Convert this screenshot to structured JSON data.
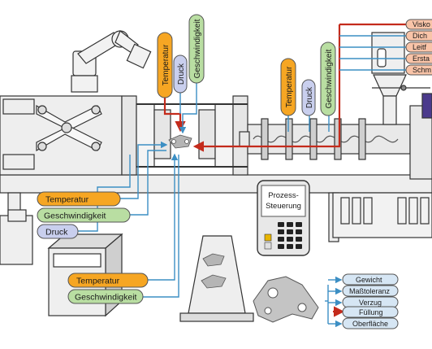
{
  "top_mould_labels": [
    "Temperatur",
    "Druck",
    "Geschwindigkeit"
  ],
  "top_barrel_labels": [
    "Temperatur",
    "Druck",
    "Geschwindigkeit"
  ],
  "right_material_labels": [
    "Visko",
    "Dich",
    "Leitf",
    "Ersta",
    "Schm"
  ],
  "left_labels": [
    "Temperatur",
    "Geschwindigkeit",
    "Druck"
  ],
  "unit_labels": [
    "Temperatur",
    "Geschwindigkeit"
  ],
  "controller": {
    "title": "Prozess-\nSteuerung",
    "line1": "Prozess-",
    "line2": "Steuerung"
  },
  "quality_labels": [
    "Gewicht",
    "Maßtoleranz",
    "Verzug",
    "Füllung",
    "Oberfläche"
  ],
  "colors": {
    "temperature": "#f6a623",
    "pressure": "#c9cfee",
    "speed": "#b9dea2",
    "material": "#f9c4a8",
    "quality": "#d6e6f4",
    "signal_red": "#c42b1c",
    "signal_blue": "#3c8fc4"
  }
}
